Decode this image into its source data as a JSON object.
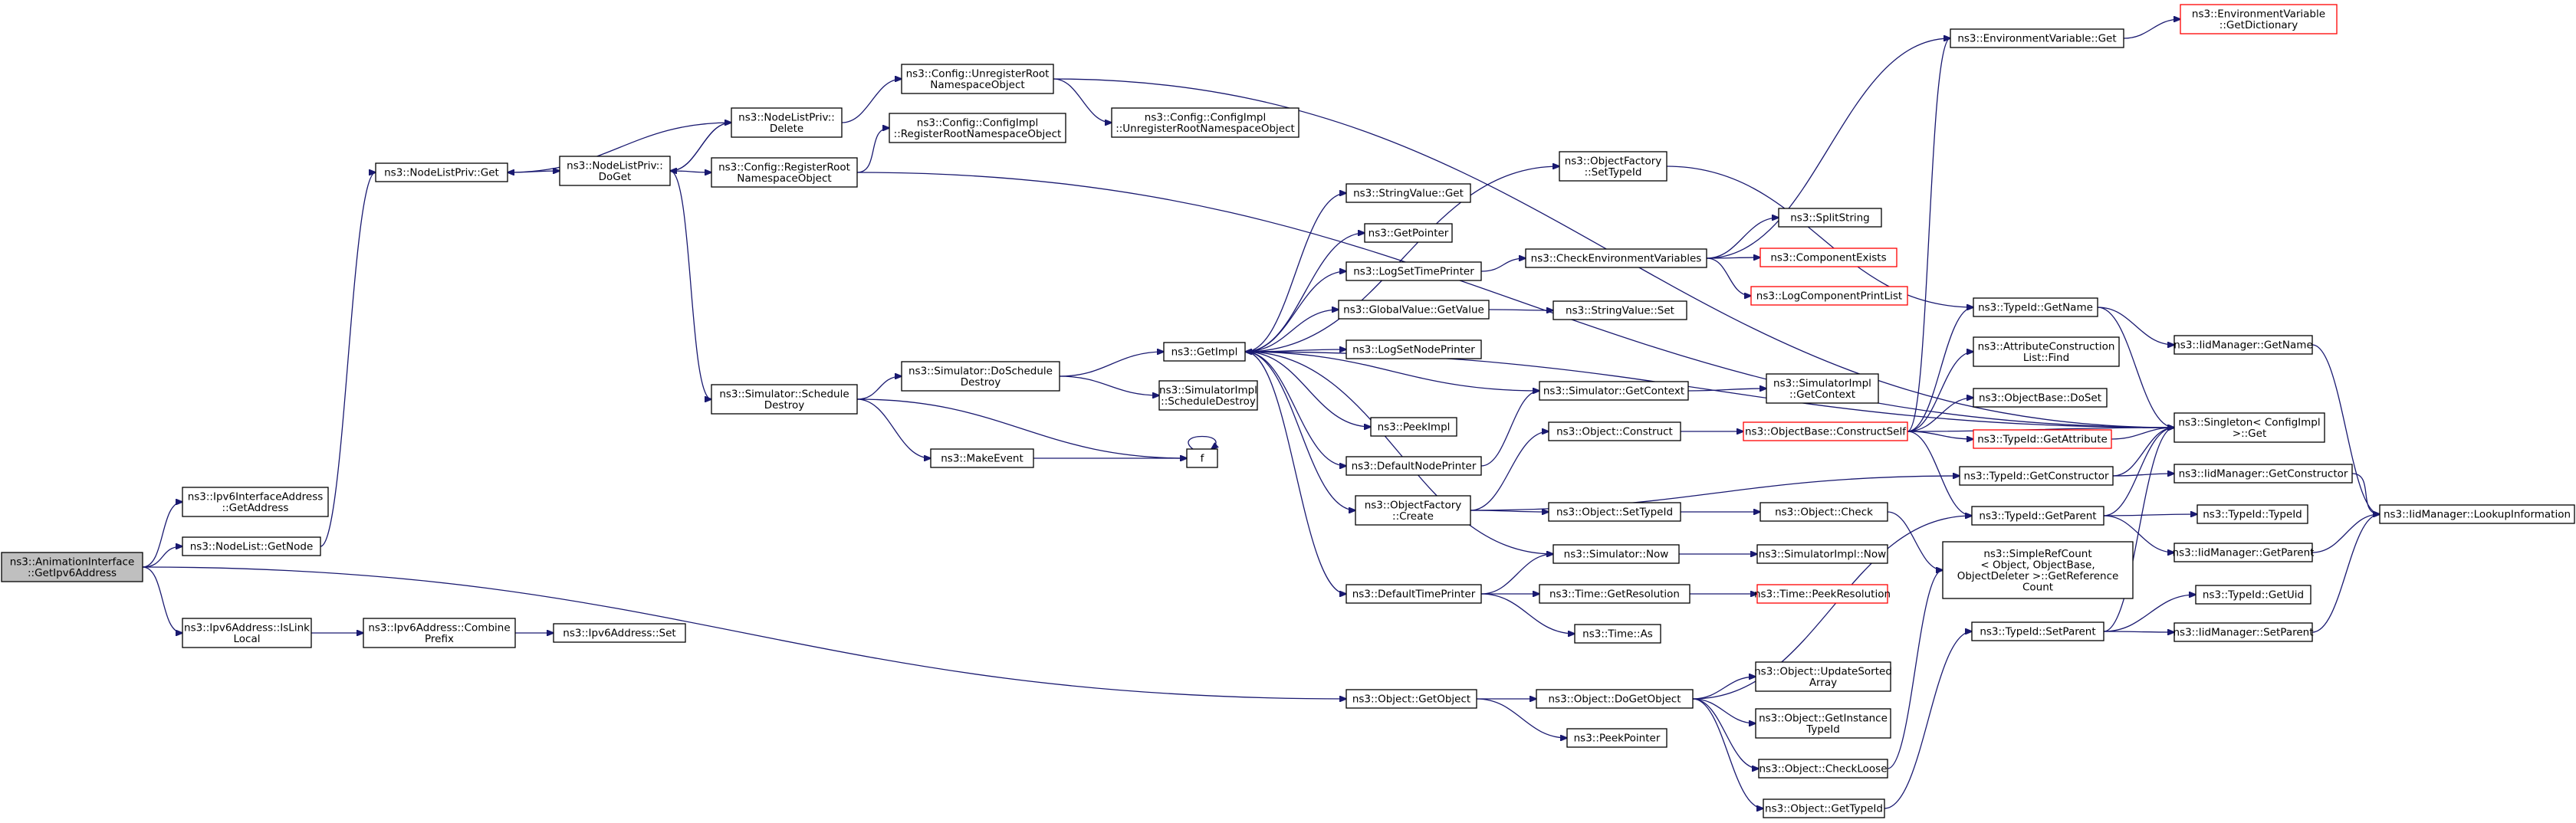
{
  "graph": {
    "root": "ns3::AnimationInterface::GetIpv6Address",
    "colors": {
      "edge": "#191970",
      "root_fill": "#bfbfbf",
      "node_border": "#000000",
      "truncated_border": "#ff0000"
    },
    "nodes": [
      {
        "id": "root",
        "lines": [
          "ns3::AnimationInterface",
          "::GetIpv6Address"
        ],
        "root": true
      },
      {
        "id": "ipv6ifaddr",
        "lines": [
          "ns3::Ipv6InterfaceAddress",
          "::GetAddress"
        ]
      },
      {
        "id": "nodelist_getnode",
        "lines": [
          "ns3::NodeList::GetNode"
        ]
      },
      {
        "id": "ipv6islink",
        "lines": [
          "ns3::Ipv6Address::IsLink",
          "Local"
        ]
      },
      {
        "id": "ipv6combine",
        "lines": [
          "ns3::Ipv6Address::Combine",
          "Prefix"
        ]
      },
      {
        "id": "ipv6set",
        "lines": [
          "ns3::Ipv6Address::Set"
        ]
      },
      {
        "id": "nlpget",
        "lines": [
          "ns3::NodeListPriv::Get"
        ]
      },
      {
        "id": "nlpdoget",
        "lines": [
          "ns3::NodeListPriv::",
          "DoGet"
        ]
      },
      {
        "id": "nlpdelete",
        "lines": [
          "ns3::NodeListPriv::",
          "Delete"
        ]
      },
      {
        "id": "cfgunreg",
        "lines": [
          "ns3::Config::UnregisterRoot",
          "NamespaceObject"
        ]
      },
      {
        "id": "cfgreg",
        "lines": [
          "ns3::Config::RegisterRoot",
          "NamespaceObject"
        ]
      },
      {
        "id": "cfgimplreg",
        "lines": [
          "ns3::Config::ConfigImpl",
          "::RegisterRootNamespaceObject"
        ]
      },
      {
        "id": "cfgimplunreg",
        "lines": [
          "ns3::Config::ConfigImpl",
          "::UnregisterRootNamespaceObject"
        ]
      },
      {
        "id": "simschedd",
        "lines": [
          "ns3::Simulator::Schedule",
          "Destroy"
        ]
      },
      {
        "id": "simdoschedd",
        "lines": [
          "ns3::Simulator::DoSchedule",
          "Destroy"
        ]
      },
      {
        "id": "makeevent",
        "lines": [
          "ns3::MakeEvent"
        ]
      },
      {
        "id": "getimpl",
        "lines": [
          "ns3::GetImpl"
        ]
      },
      {
        "id": "simimplschedd",
        "lines": [
          "ns3::SimulatorImpl",
          "::ScheduleDestroy"
        ]
      },
      {
        "id": "f",
        "lines": [
          "f"
        ]
      },
      {
        "id": "stringvalueget",
        "lines": [
          "ns3::StringValue::Get"
        ]
      },
      {
        "id": "getpointer",
        "lines": [
          "ns3::GetPointer"
        ]
      },
      {
        "id": "logsettime",
        "lines": [
          "ns3::LogSetTimePrinter"
        ]
      },
      {
        "id": "globalvalueget",
        "lines": [
          "ns3::GlobalValue::GetValue"
        ]
      },
      {
        "id": "logsetnode",
        "lines": [
          "ns3::LogSetNodePrinter"
        ]
      },
      {
        "id": "peekimpl",
        "lines": [
          "ns3::PeekImpl"
        ]
      },
      {
        "id": "defnodeprinter",
        "lines": [
          "ns3::DefaultNodePrinter"
        ]
      },
      {
        "id": "objfactcreate",
        "lines": [
          "ns3::ObjectFactory",
          "::Create"
        ]
      },
      {
        "id": "deftimeprinter",
        "lines": [
          "ns3::DefaultTimePrinter"
        ]
      },
      {
        "id": "objfactsettype",
        "lines": [
          "ns3::ObjectFactory",
          "::SetTypeId"
        ]
      },
      {
        "id": "checkenv",
        "lines": [
          "ns3::CheckEnvironmentVariables"
        ]
      },
      {
        "id": "stringvalueset",
        "lines": [
          "ns3::StringValue::Set"
        ]
      },
      {
        "id": "splitstring",
        "lines": [
          "ns3::SplitString"
        ]
      },
      {
        "id": "compexists",
        "lines": [
          "ns3::ComponentExists"
        ],
        "truncated": true
      },
      {
        "id": "logcomplist",
        "lines": [
          "ns3::LogComponentPrintList"
        ],
        "truncated": true
      },
      {
        "id": "envget",
        "lines": [
          "ns3::EnvironmentVariable::Get"
        ]
      },
      {
        "id": "envgetdict",
        "lines": [
          "ns3::EnvironmentVariable",
          "::GetDictionary"
        ],
        "truncated": true
      },
      {
        "id": "simgetctx",
        "lines": [
          "ns3::Simulator::GetContext"
        ]
      },
      {
        "id": "simimplgetctx",
        "lines": [
          "ns3::SimulatorImpl",
          "::GetContext"
        ]
      },
      {
        "id": "objconstruct",
        "lines": [
          "ns3::Object::Construct"
        ]
      },
      {
        "id": "objbaseconstruct",
        "lines": [
          "ns3::ObjectBase::ConstructSelf"
        ],
        "truncated": true
      },
      {
        "id": "objsettypeid",
        "lines": [
          "ns3::Object::SetTypeId"
        ]
      },
      {
        "id": "objcheck",
        "lines": [
          "ns3::Object::Check"
        ]
      },
      {
        "id": "simnow",
        "lines": [
          "ns3::Simulator::Now"
        ]
      },
      {
        "id": "simimplnow",
        "lines": [
          "ns3::SimulatorImpl::Now"
        ]
      },
      {
        "id": "timegetres",
        "lines": [
          "ns3::Time::GetResolution"
        ]
      },
      {
        "id": "timepeekres",
        "lines": [
          "ns3::Time::PeekResolution"
        ],
        "truncated": true
      },
      {
        "id": "timeas",
        "lines": [
          "ns3::Time::As"
        ]
      },
      {
        "id": "objgetobject",
        "lines": [
          "ns3::Object::GetObject"
        ]
      },
      {
        "id": "objdogetobject",
        "lines": [
          "ns3::Object::DoGetObject"
        ]
      },
      {
        "id": "peekpointer",
        "lines": [
          "ns3::PeekPointer"
        ]
      },
      {
        "id": "objupdsorted",
        "lines": [
          "ns3::Object::UpdateSorted",
          "Array"
        ]
      },
      {
        "id": "objgetinst",
        "lines": [
          "ns3::Object::GetInstance",
          "TypeId"
        ]
      },
      {
        "id": "objcheckloose",
        "lines": [
          "ns3::Object::CheckLoose"
        ]
      },
      {
        "id": "objgettypeid",
        "lines": [
          "ns3::Object::GetTypeId"
        ]
      },
      {
        "id": "typeidgetname",
        "lines": [
          "ns3::TypeId::GetName"
        ]
      },
      {
        "id": "attrfind",
        "lines": [
          "ns3::AttributeConstruction",
          "List::Find"
        ]
      },
      {
        "id": "objbasedoset",
        "lines": [
          "ns3::ObjectBase::DoSet"
        ]
      },
      {
        "id": "typeidgetattr",
        "lines": [
          "ns3::TypeId::GetAttribute"
        ],
        "truncated": true
      },
      {
        "id": "typeidgetctor",
        "lines": [
          "ns3::TypeId::GetConstructor"
        ]
      },
      {
        "id": "typeidgetparent",
        "lines": [
          "ns3::TypeId::GetParent"
        ]
      },
      {
        "id": "simplerefcount",
        "lines": [
          "ns3::SimpleRefCount",
          "< Object, ObjectBase,",
          "ObjectDeleter >::GetReference",
          "Count"
        ]
      },
      {
        "id": "typeidsetparent",
        "lines": [
          "ns3::TypeId::SetParent"
        ]
      },
      {
        "id": "iidgetname",
        "lines": [
          "ns3::IidManager::GetName"
        ]
      },
      {
        "id": "singletonget",
        "lines": [
          "ns3::Singleton< ConfigImpl",
          ">::Get"
        ]
      },
      {
        "id": "iidgetctor",
        "lines": [
          "ns3::IidManager::GetConstructor"
        ]
      },
      {
        "id": "typeidtypeid",
        "lines": [
          "ns3::TypeId::TypeId"
        ]
      },
      {
        "id": "iidgetparent",
        "lines": [
          "ns3::IidManager::GetParent"
        ]
      },
      {
        "id": "typeidgetuid",
        "lines": [
          "ns3::TypeId::GetUid"
        ]
      },
      {
        "id": "iidsetparent",
        "lines": [
          "ns3::IidManager::SetParent"
        ]
      },
      {
        "id": "iidlookup",
        "lines": [
          "ns3::IidManager::LookupInformation"
        ]
      }
    ],
    "edges": [
      [
        "root",
        "ipv6ifaddr"
      ],
      [
        "root",
        "nodelist_getnode"
      ],
      [
        "root",
        "ipv6islink"
      ],
      [
        "root",
        "objgetobject"
      ],
      [
        "nodelist_getnode",
        "nlpget"
      ],
      [
        "ipv6islink",
        "ipv6combine"
      ],
      [
        "ipv6combine",
        "ipv6set"
      ],
      [
        "nlpget",
        "nlpdoget"
      ],
      [
        "nlpdoget",
        "nlpdelete"
      ],
      [
        "nlpdelete",
        "nlpget"
      ],
      [
        "nlpdelete",
        "nlpdoget"
      ],
      [
        "nlpdelete",
        "cfgunreg"
      ],
      [
        "nlpdoget",
        "cfgreg"
      ],
      [
        "nlpdoget",
        "simschedd"
      ],
      [
        "cfgunreg",
        "cfgimplunreg"
      ],
      [
        "cfgunreg",
        "singletonget"
      ],
      [
        "cfgreg",
        "cfgimplreg"
      ],
      [
        "cfgreg",
        "singletonget"
      ],
      [
        "simschedd",
        "simdoschedd"
      ],
      [
        "simschedd",
        "makeevent"
      ],
      [
        "simschedd",
        "f"
      ],
      [
        "simdoschedd",
        "getimpl"
      ],
      [
        "simdoschedd",
        "simimplschedd"
      ],
      [
        "makeevent",
        "f"
      ],
      [
        "f",
        "f"
      ],
      [
        "getimpl",
        "objfactsettype"
      ],
      [
        "getimpl",
        "stringvalueget"
      ],
      [
        "getimpl",
        "getpointer"
      ],
      [
        "getimpl",
        "logsettime"
      ],
      [
        "getimpl",
        "globalvalueget"
      ],
      [
        "getimpl",
        "logsetnode"
      ],
      [
        "getimpl",
        "peekimpl"
      ],
      [
        "getimpl",
        "defnodeprinter"
      ],
      [
        "getimpl",
        "objfactcreate"
      ],
      [
        "getimpl",
        "simnow"
      ],
      [
        "getimpl",
        "deftimeprinter"
      ],
      [
        "getimpl",
        "singletonget"
      ],
      [
        "simgetctx",
        "getimpl"
      ],
      [
        "logsettime",
        "checkenv"
      ],
      [
        "globalvalueget",
        "stringvalueset"
      ],
      [
        "checkenv",
        "splitstring"
      ],
      [
        "checkenv",
        "compexists"
      ],
      [
        "checkenv",
        "logcomplist"
      ],
      [
        "checkenv",
        "envget"
      ],
      [
        "envget",
        "envgetdict"
      ],
      [
        "defnodeprinter",
        "simgetctx"
      ],
      [
        "simgetctx",
        "simimplgetctx"
      ],
      [
        "objfactcreate",
        "objconstruct"
      ],
      [
        "objfactcreate",
        "typeidgetctor"
      ],
      [
        "objfactcreate",
        "objsettypeid"
      ],
      [
        "objfactsettype",
        "typeidgetname"
      ],
      [
        "objconstruct",
        "objbaseconstruct"
      ],
      [
        "objsettypeid",
        "objcheck"
      ],
      [
        "objcheck",
        "simplerefcount"
      ],
      [
        "deftimeprinter",
        "simnow"
      ],
      [
        "deftimeprinter",
        "timegetres"
      ],
      [
        "deftimeprinter",
        "timeas"
      ],
      [
        "simnow",
        "simimplnow"
      ],
      [
        "timegetres",
        "timepeekres"
      ],
      [
        "objgetobject",
        "objdogetobject"
      ],
      [
        "objgetobject",
        "peekpointer"
      ],
      [
        "objdogetobject",
        "objupdsorted"
      ],
      [
        "objdogetobject",
        "objgetinst"
      ],
      [
        "objdogetobject",
        "objcheckloose"
      ],
      [
        "objdogetobject",
        "objgettypeid"
      ],
      [
        "objdogetobject",
        "typeidgetparent"
      ],
      [
        "objcheckloose",
        "simplerefcount"
      ],
      [
        "objgettypeid",
        "typeidsetparent"
      ],
      [
        "objbaseconstruct",
        "envget"
      ],
      [
        "objbaseconstruct",
        "typeidgetname"
      ],
      [
        "objbaseconstruct",
        "attrfind"
      ],
      [
        "objbaseconstruct",
        "objbasedoset"
      ],
      [
        "objbaseconstruct",
        "typeidgetattr"
      ],
      [
        "objbaseconstruct",
        "typeidgetparent"
      ],
      [
        "objbaseconstruct",
        "singletonget"
      ],
      [
        "typeidgetname",
        "iidgetname"
      ],
      [
        "typeidgetname",
        "singletonget"
      ],
      [
        "typeidgetattr",
        "singletonget"
      ],
      [
        "typeidgetctor",
        "iidgetctor"
      ],
      [
        "typeidgetctor",
        "singletonget"
      ],
      [
        "typeidgetparent",
        "typeidtypeid"
      ],
      [
        "typeidgetparent",
        "iidgetparent"
      ],
      [
        "typeidgetparent",
        "singletonget"
      ],
      [
        "typeidsetparent",
        "typeidgetuid"
      ],
      [
        "typeidsetparent",
        "iidsetparent"
      ],
      [
        "typeidsetparent",
        "singletonget"
      ],
      [
        "iidgetname",
        "iidlookup"
      ],
      [
        "iidgetctor",
        "iidlookup"
      ],
      [
        "iidgetparent",
        "iidlookup"
      ],
      [
        "iidsetparent",
        "iidlookup"
      ]
    ]
  }
}
